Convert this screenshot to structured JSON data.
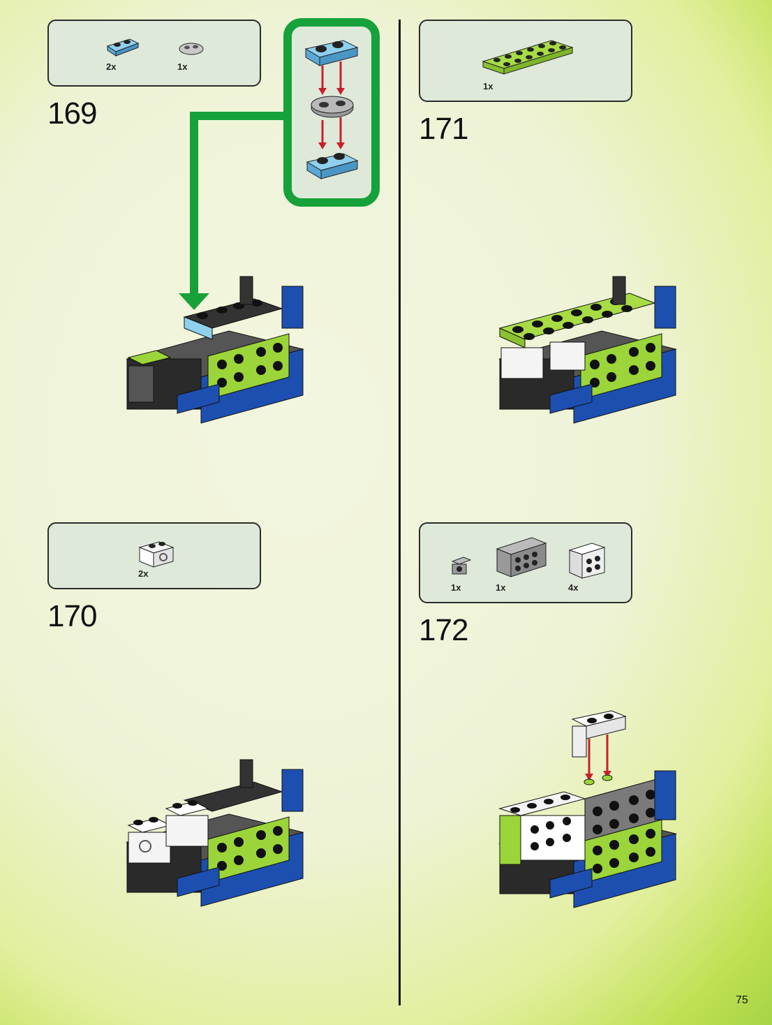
{
  "steps": {
    "s169": {
      "number": "169",
      "parts": [
        {
          "qty": "2x",
          "icon": "light-blue-plate-1x2-icon"
        },
        {
          "qty": "1x",
          "icon": "gray-jumper-plate-icon"
        }
      ]
    },
    "s170": {
      "number": "170",
      "parts": [
        {
          "qty": "2x",
          "icon": "white-technic-brick-icon"
        }
      ]
    },
    "s171": {
      "number": "171",
      "parts": [
        {
          "qty": "1x",
          "icon": "lime-plate-2x6-icon"
        }
      ]
    },
    "s172": {
      "number": "172",
      "parts": [
        {
          "qty": "1x",
          "icon": "gray-bracket-small-icon"
        },
        {
          "qty": "1x",
          "icon": "gray-bracket-large-icon"
        },
        {
          "qty": "4x",
          "icon": "white-bracket-icon"
        }
      ]
    }
  },
  "page_number": "75",
  "colors": {
    "accent_green": "#16a13a",
    "arrow_red": "#c8202a",
    "panel_bg": "#dfe9d9"
  }
}
